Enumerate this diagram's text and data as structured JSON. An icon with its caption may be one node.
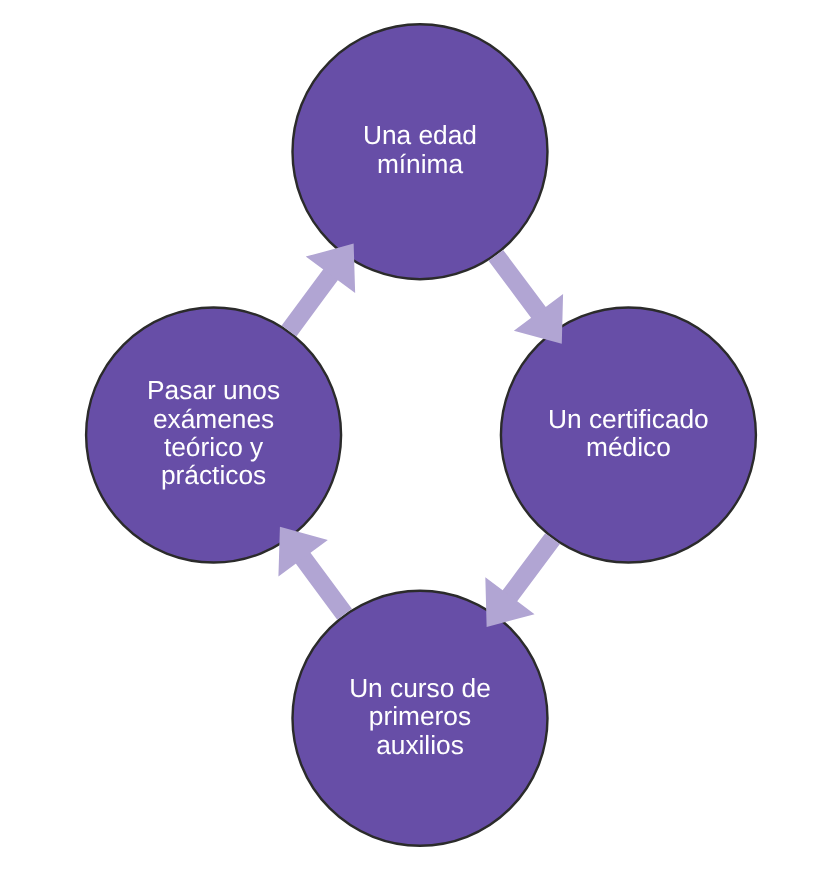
{
  "diagram": {
    "nodes": [
      {
        "text": [
          "Una edad mínima"
        ]
      },
      {
        "text": [
          "Un certificado médico"
        ]
      },
      {
        "text": [
          "Un curso de primeros auxilios"
        ]
      },
      {
        "text": [
          "Pasar unos exámenes teórico y prácticos"
        ]
      }
    ],
    "edges": [
      {
        "from": 0,
        "to": 1,
        "arrow": "to"
      },
      {
        "from": 1,
        "to": 2,
        "arrow": "to"
      },
      {
        "from": 2,
        "to": 3,
        "arrow": "to"
      },
      {
        "from": 3,
        "to": 0,
        "arrow": "to"
      }
    ]
  }
}
